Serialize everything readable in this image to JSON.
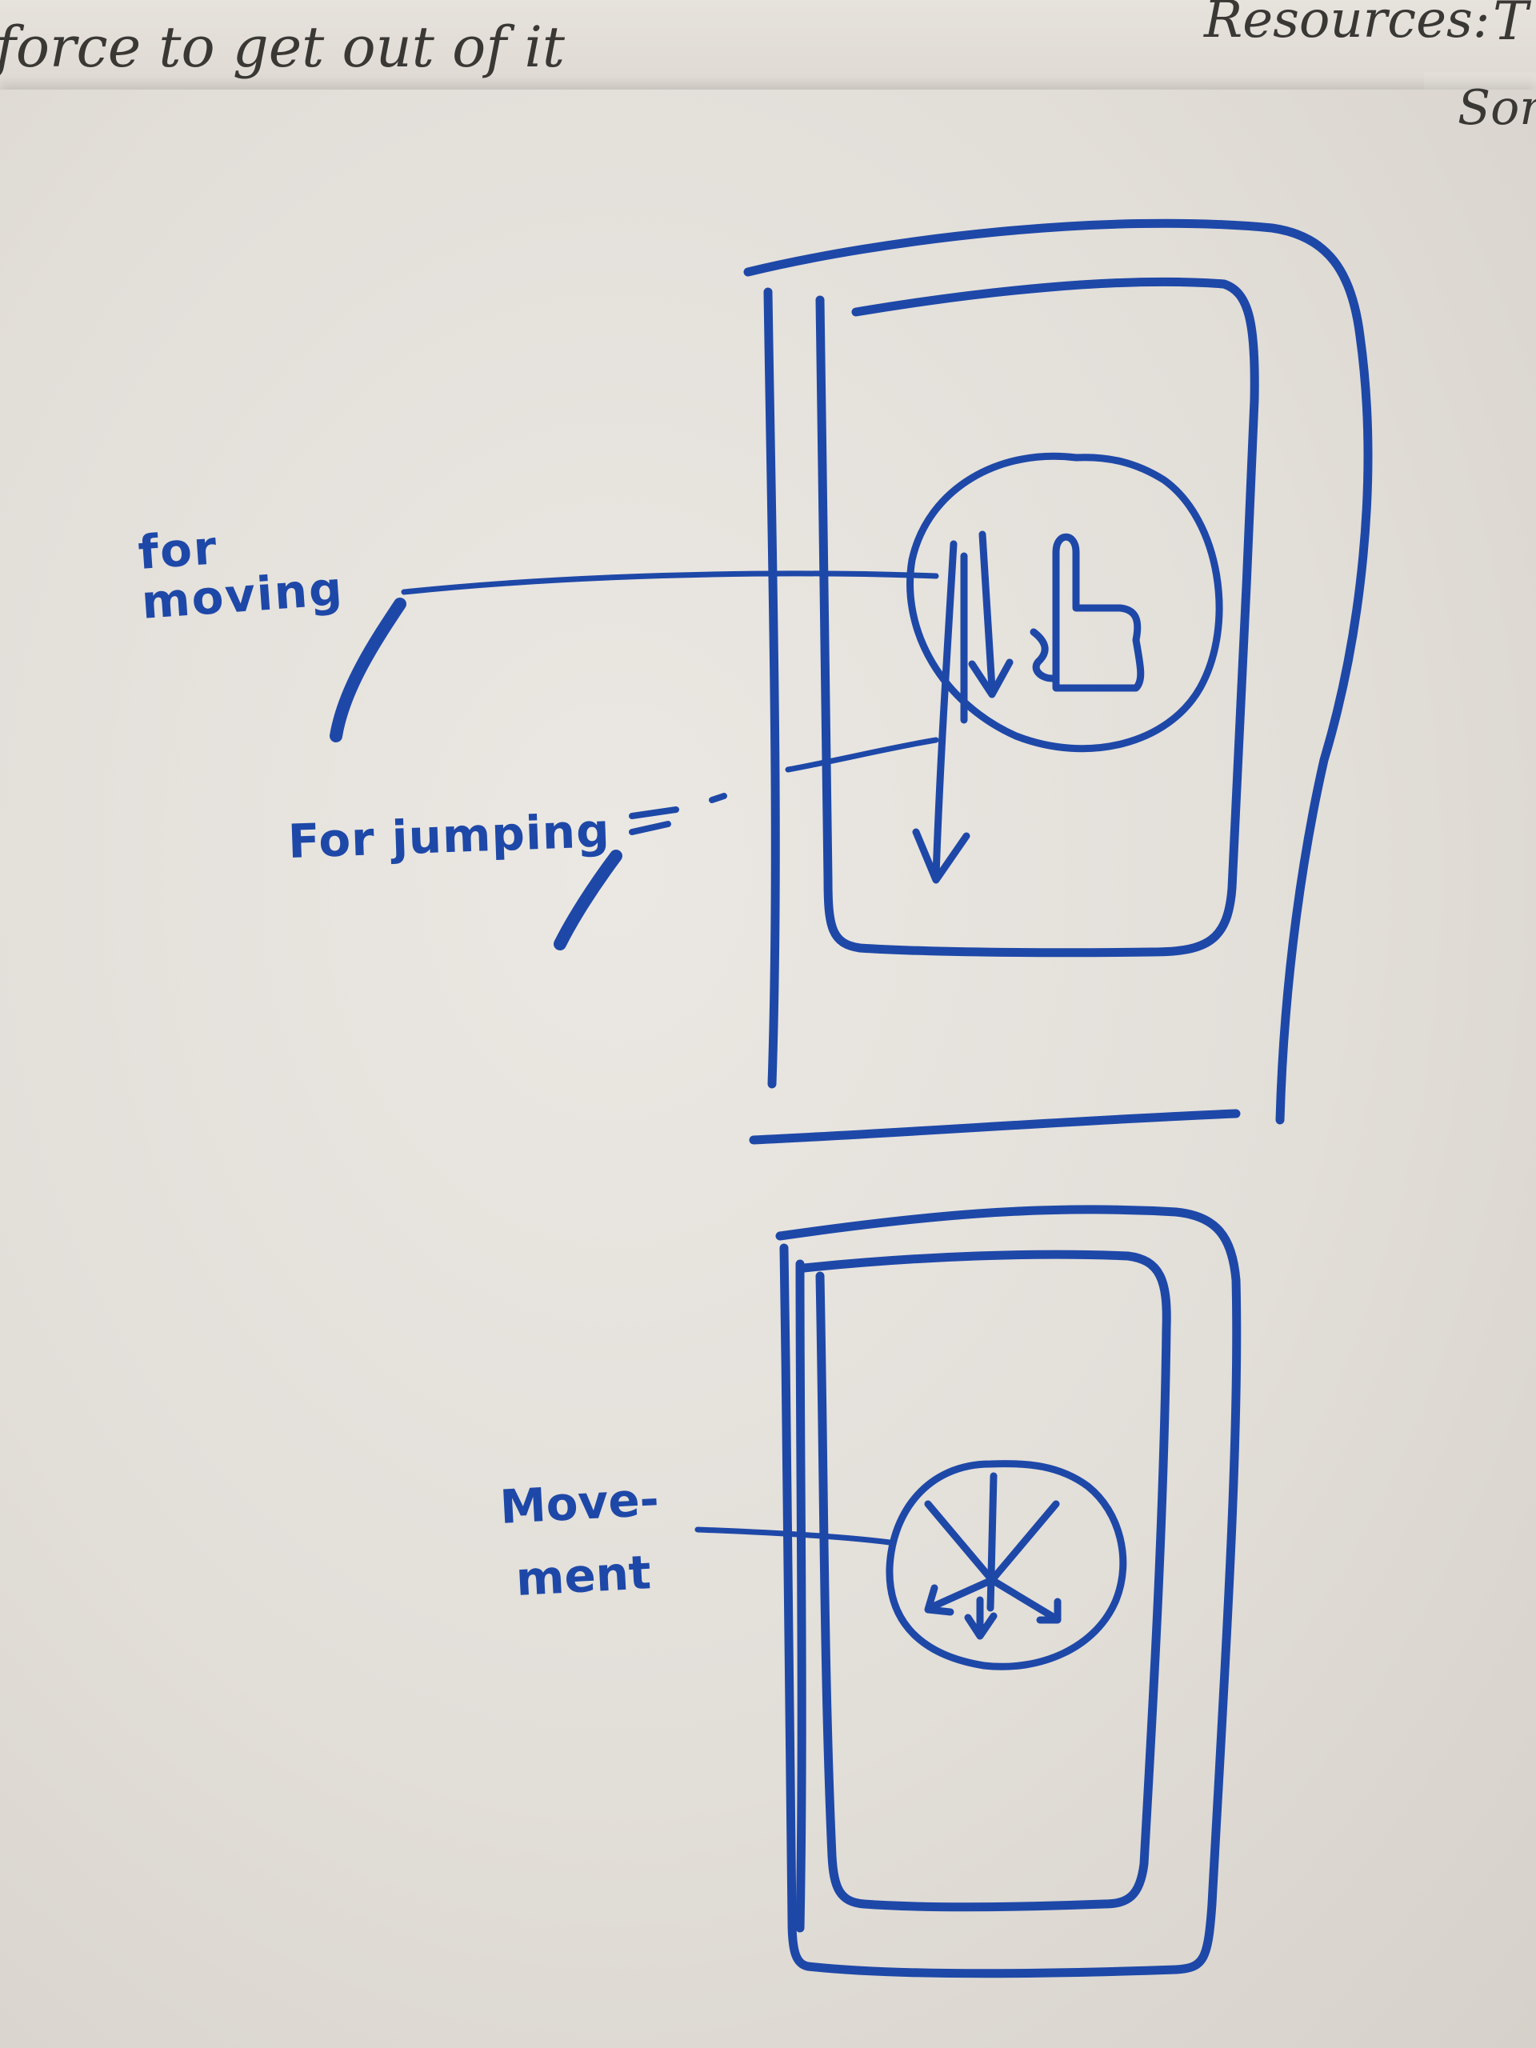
{
  "top_notes": {
    "left_text": "force to get out of it",
    "right_text": "Resources:",
    "right_letter": "T",
    "right_fragment": "Som"
  },
  "diagram": {
    "label_moving": "for moving",
    "label_jumping": "For jumping",
    "label_movement_line1": "Move-",
    "label_movement_line2": "ment"
  },
  "colors": {
    "ink": "#1e48a8",
    "pencil": "#3a3835",
    "paper": "#e8e5e0"
  }
}
